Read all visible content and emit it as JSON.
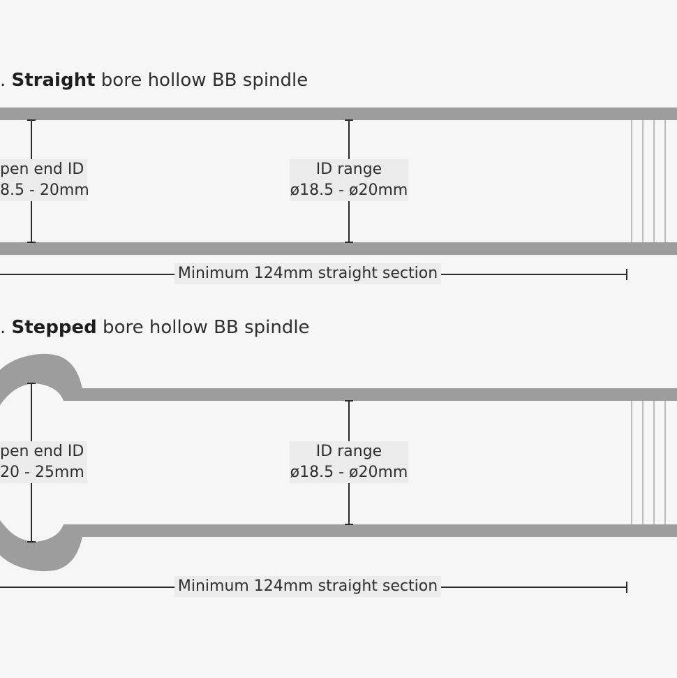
{
  "section1": {
    "heading_prefix": ".",
    "heading_bold": "Straight",
    "heading_rest": " bore hollow BB spindle",
    "open_end": {
      "line1": "pen end ID",
      "line2": "8.5 - 20mm"
    },
    "id_range": {
      "line1": "ID range",
      "line2": "ø18.5 - ø20mm"
    },
    "min_section": "Minimum 124mm straight section"
  },
  "section2": {
    "heading_prefix": ".",
    "heading_bold": "Stepped",
    "heading_rest": " bore hollow BB spindle",
    "open_end": {
      "line1": "pen end ID",
      "line2": "20 - 25mm"
    },
    "id_range": {
      "line1": "ID range",
      "line2": "ø18.5 - ø20mm"
    },
    "min_section": "Minimum 124mm straight section"
  },
  "colors": {
    "background": "#f6f6f6",
    "wall": "#9d9d9d",
    "dimension_line": "#2b2b2b",
    "label_bg": "#ececec"
  }
}
